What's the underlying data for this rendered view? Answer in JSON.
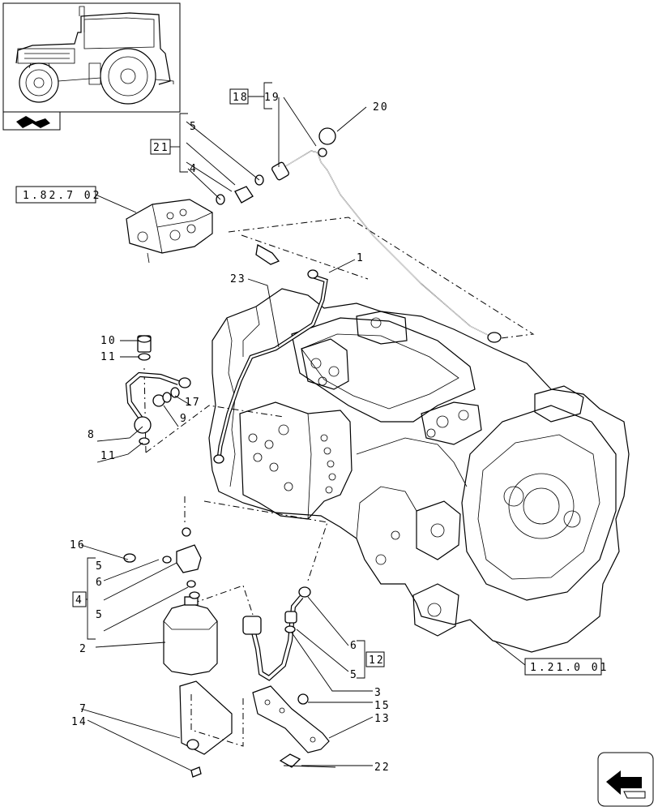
{
  "diagram": {
    "callouts": {
      "c1": "1",
      "c2": "2",
      "c3": "3",
      "c4a": "4",
      "c5a": "5",
      "c5b": "5",
      "c5c": "5",
      "c5d": "5",
      "c6a": "6",
      "c6b": "6",
      "c7": "7",
      "c8": "8",
      "c9": "9",
      "c10": "10",
      "c11a": "11",
      "c11b": "11",
      "c13": "13",
      "c14": "14",
      "c15": "15",
      "c16": "16",
      "c17": "17",
      "c19": "19",
      "c20": "20",
      "c22": "22",
      "c23": "23"
    },
    "kits": {
      "k18": "18",
      "k21": "21",
      "k4": "4",
      "k12": "12"
    },
    "references": {
      "valve_ref": "1.82.7 02",
      "housing_ref": "1.21.0 01"
    }
  },
  "icons": {
    "thumbnail": "tractor-thumbnail-icon",
    "section": "section-arrow-icon",
    "nav": "navigation-arrow-icon"
  }
}
